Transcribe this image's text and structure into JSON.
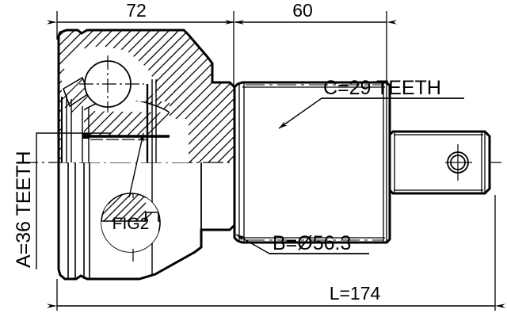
{
  "drawing": {
    "type": "cv-joint-outer-technical-drawing",
    "background_color": "#ffffff",
    "line_color": "#000000",
    "dimensions": {
      "length_72": "72",
      "length_60": "60",
      "overall_length": "L=174"
    },
    "labels": {
      "inner_spline": "A=36 TEETH",
      "outer_spline": "C=29 TEETH",
      "bearing_diameter": "B=Ø56.3",
      "detail_callout": "FIG2"
    }
  }
}
